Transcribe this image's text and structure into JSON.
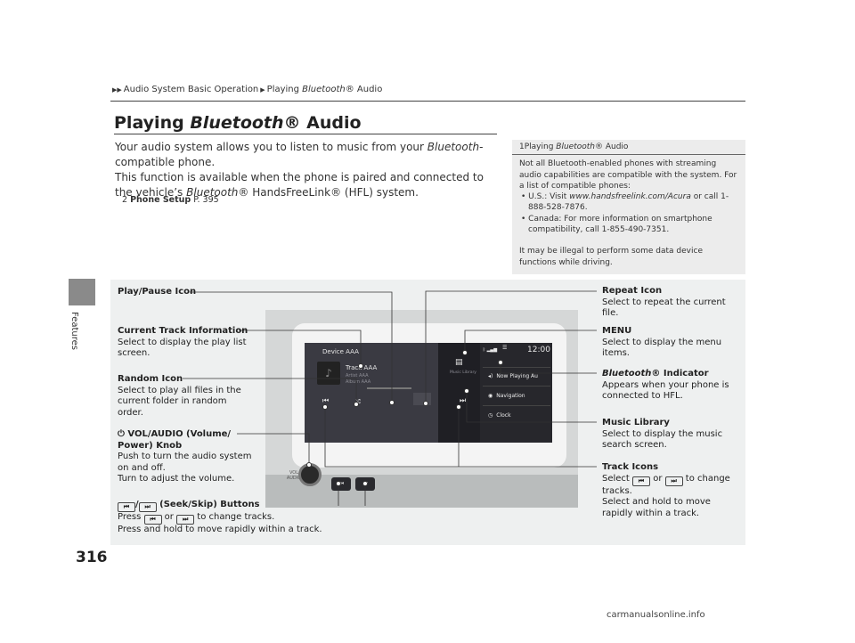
{
  "page": {
    "section_label": "Features",
    "page_number": "316"
  },
  "breadcrumb": {
    "arrows": "▶▶",
    "part1": "Audio System Basic Operation",
    "sep": "▶",
    "part2_pre": "Playing ",
    "part2_italic": "Bluetooth",
    "part2_post": "® Audio"
  },
  "title": {
    "italic": "Bluetooth",
    "pre": "Playing ",
    "post": "® Audio"
  },
  "body": {
    "line1_pre": "Your audio system allows you to listen to music from your ",
    "line1_italic": "Bluetooth",
    "line1_post": "-compatible phone.",
    "line2": "This function is available when the phone is paired and connected to the vehicle’s ",
    "line2_italic": "Bluetooth",
    "line2_post": "® HandsFreeLink® (HFL) system.",
    "xref_icon": "2",
    "xref_label": "Phone Setup",
    "xref_page": " P. 395"
  },
  "note": {
    "icon": "1",
    "head_pre": "Playing ",
    "head_italic": "Bluetooth",
    "head_post": "® Audio",
    "p1": "Not all Bluetooth-enabled phones with streaming audio capabilities are compatible with the system. For a list of compatible phones:",
    "b1_pre": "U.S.: Visit ",
    "b1_italic": "www.handsfreelink.com/Acura",
    "b1_post": " or call 1-888-528-7876.",
    "b2": "Canada: For more information on smartphone compatibility, call 1-855-490-7351.",
    "p2": "It may be illegal to perform some data device functions while driving."
  },
  "screen": {
    "device": "Device AAA",
    "track": "Track AAA",
    "artist": "Artist AAA",
    "album": "Album AAA",
    "time": "12:00",
    "music_library": "Music Library",
    "menu_1": "Now Playing Au",
    "menu_2": "Navigation",
    "menu_3": "Clock",
    "vol_label": "VOL AUDIO"
  },
  "callouts": {
    "play_pause": "Play/Pause Icon",
    "current_track_h": "Current Track Information",
    "current_track_d": "Select to display the play list screen.",
    "random_h": "Random Icon",
    "random_d": "Select to play all files in the current folder in random order.",
    "vol_h": "VOL/AUDIO (Volume/ Power) Knob",
    "vol_d1": "Push to turn the audio system on and off.",
    "vol_d2": "Turn to adjust the volume.",
    "seek_h": "(Seek/Skip) Buttons",
    "seek_d1_pre": "Press ",
    "seek_d1_mid": " or ",
    "seek_d1_post": " to change tracks.",
    "seek_d2": "Press and hold to move rapidly within a track.",
    "repeat_h": "Repeat Icon",
    "repeat_d": "Select to repeat the current file.",
    "menu_h": "MENU",
    "menu_d": "Select to display the menu items.",
    "bt_h_italic": "Bluetooth",
    "bt_h_post": "® Indicator",
    "bt_d": "Appears when your phone is connected to HFL.",
    "music_h": "Music Library",
    "music_d": "Select to display the music search screen.",
    "track_h": "Track Icons",
    "track_d1_pre": "Select ",
    "track_d1_mid": " or ",
    "track_d1_post": " to change tracks.",
    "track_d2": "Select and hold to move rapidly within a track."
  },
  "footer": "carmanualsonline.info"
}
